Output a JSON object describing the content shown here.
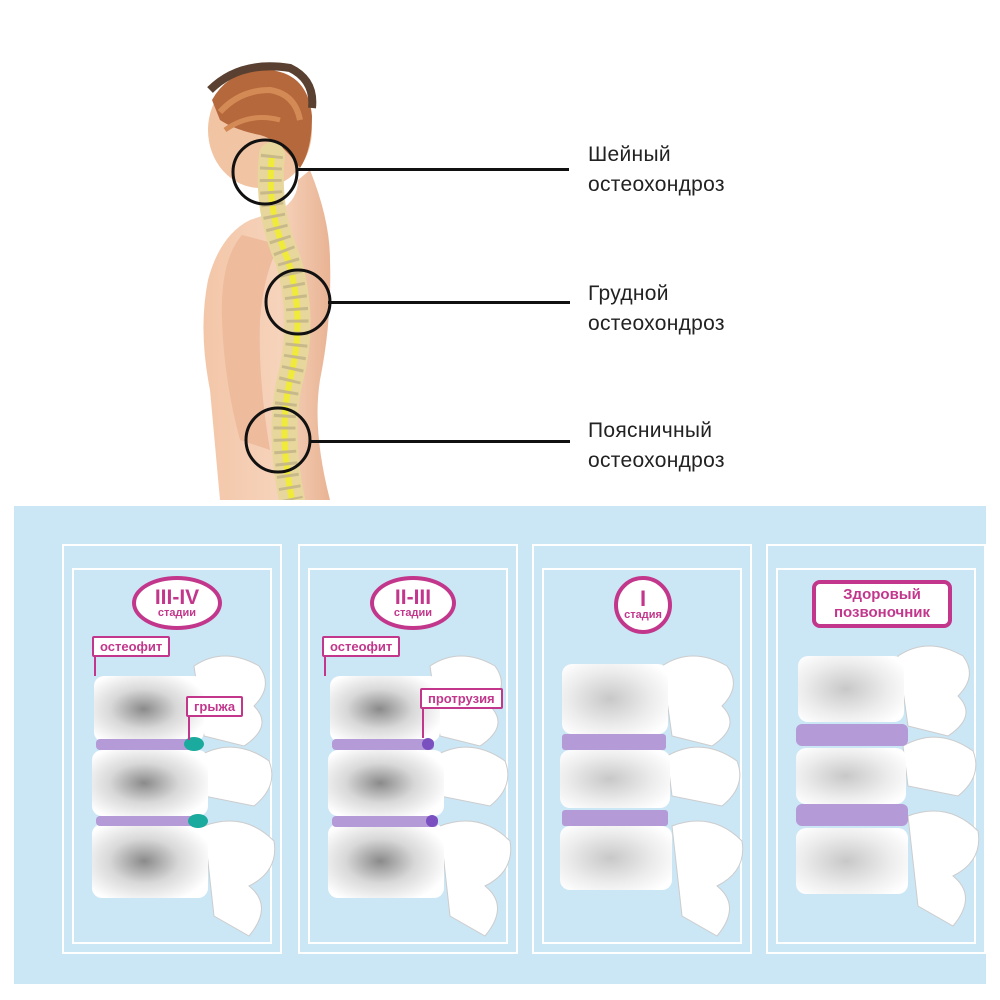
{
  "regions": [
    {
      "line1": "Шейный",
      "line2": "остеохондроз"
    },
    {
      "line1": "Грудной",
      "line2": "остеохондроз"
    },
    {
      "line1": "Поясничный",
      "line2": "остеохондроз"
    }
  ],
  "stages": [
    {
      "main": "III-IV",
      "sub": "стадии"
    },
    {
      "main": "II-III",
      "sub": "стадии"
    },
    {
      "main": "I",
      "sub": "стадия"
    }
  ],
  "healthy": {
    "line1": "Здоровый",
    "line2": "позвоночник"
  },
  "callouts": {
    "osteophyte_1": "остеофит",
    "hernia": "грыжа",
    "osteophyte_2": "остеофит",
    "protrusion": "протрузия"
  },
  "colors": {
    "accent": "#c2378c",
    "disc": "#b49ad6",
    "hernia": "#1aaa9e",
    "panel_bg": "#cbe6f5"
  }
}
